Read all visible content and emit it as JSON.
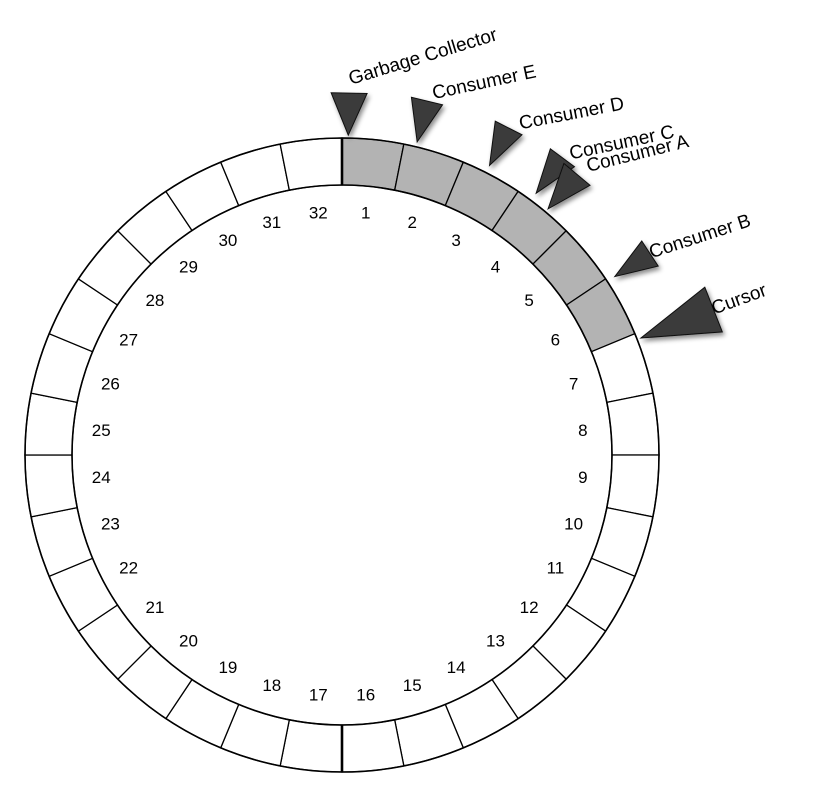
{
  "ring": {
    "slot_count": 32,
    "slot_numbers": [
      "1",
      "2",
      "3",
      "4",
      "5",
      "6",
      "7",
      "8",
      "9",
      "10",
      "11",
      "12",
      "13",
      "14",
      "15",
      "16",
      "17",
      "18",
      "19",
      "20",
      "21",
      "22",
      "23",
      "24",
      "25",
      "26",
      "27",
      "28",
      "29",
      "30",
      "31",
      "32"
    ],
    "filled_slots": [
      1,
      2,
      3,
      4,
      5,
      6
    ],
    "filled_color": "#b3b3b3",
    "empty_color": "#ffffff",
    "stroke_color": "#000000"
  },
  "pointers": [
    {
      "id": "garbage-collector",
      "label": "Garbage Collector",
      "slot": 1
    },
    {
      "id": "consumer-e",
      "label": "Consumer E",
      "slot": 2
    },
    {
      "id": "consumer-d",
      "label": "Consumer D",
      "slot": 3
    },
    {
      "id": "consumer-c",
      "label": "Consumer C",
      "slot": 4
    },
    {
      "id": "consumer-a",
      "label": "Consumer A",
      "slot": 4
    },
    {
      "id": "consumer-b",
      "label": "Consumer B",
      "slot": 6
    },
    {
      "id": "cursor",
      "label": "Cursor",
      "slot": 7
    }
  ],
  "pointer_color": "#3a3a3a"
}
